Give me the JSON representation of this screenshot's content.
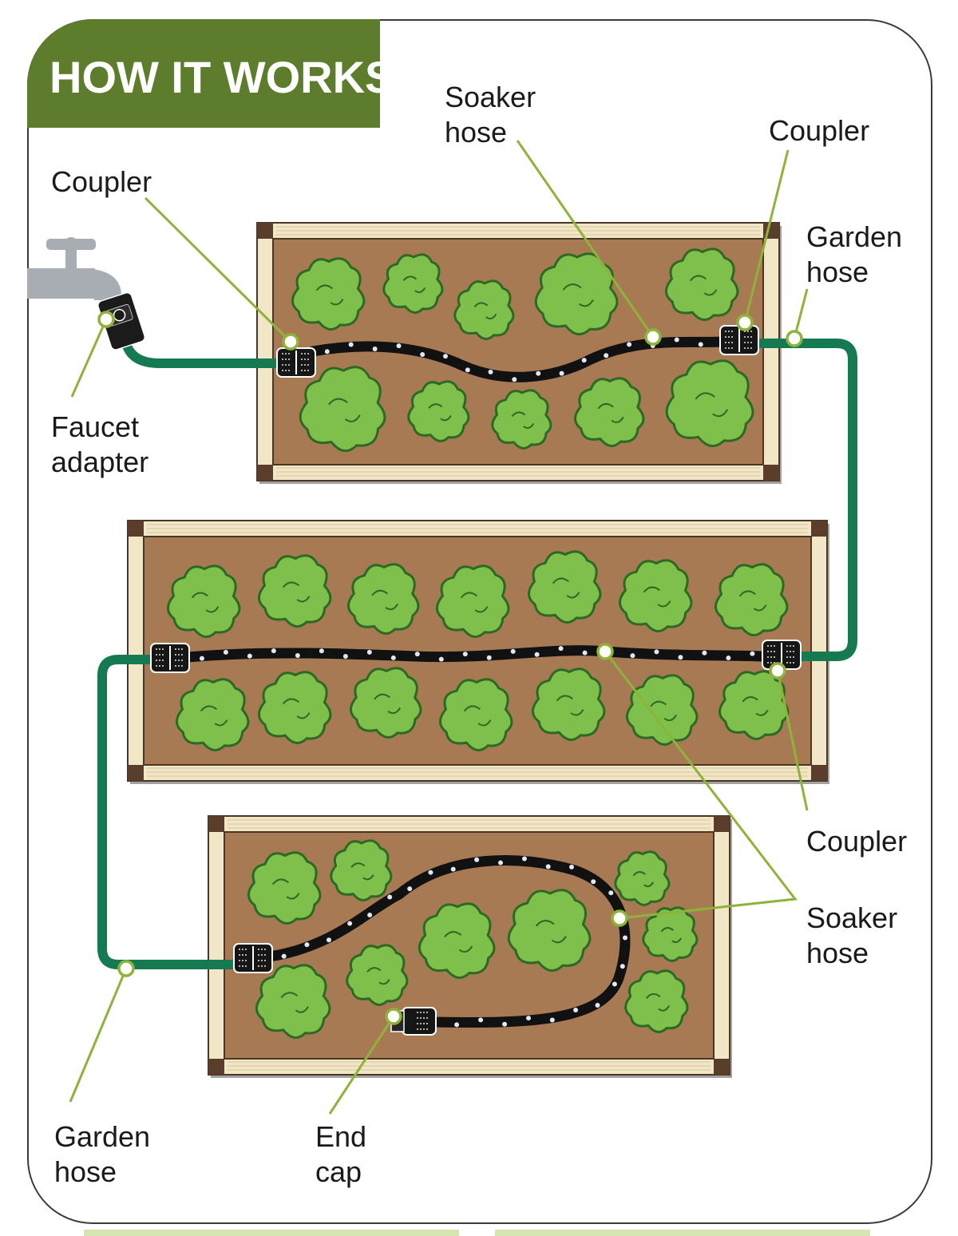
{
  "title": "HOW IT WORKS",
  "colors": {
    "accent_green": "#5e7d2c",
    "garden_hose": "#157a52",
    "soaker_hose": "#111111",
    "callout_line": "#8db33a",
    "soil": "#a87a54",
    "wood": "#f1e6c6",
    "plant_fill": "#7ec04b",
    "plant_stroke": "#2c6a23",
    "faucet": "#a7adb2"
  },
  "icons": [
    "faucet-icon",
    "faucet-adapter-icon",
    "coupler-icon",
    "end-cap-icon",
    "plant-icon"
  ],
  "labels": {
    "coupler_top_left": [
      "Coupler"
    ],
    "soaker_hose_top": [
      "Soaker",
      "hose"
    ],
    "coupler_top_right": [
      "Coupler"
    ],
    "garden_hose_right": [
      "Garden",
      "hose"
    ],
    "faucet_adapter": [
      "Faucet",
      "adapter"
    ],
    "coupler_mid_right": [
      "Coupler"
    ],
    "soaker_hose_right": [
      "Soaker",
      "hose"
    ],
    "garden_hose_bottom": [
      "Garden",
      "hose"
    ],
    "end_cap": [
      "End",
      "cap"
    ]
  }
}
